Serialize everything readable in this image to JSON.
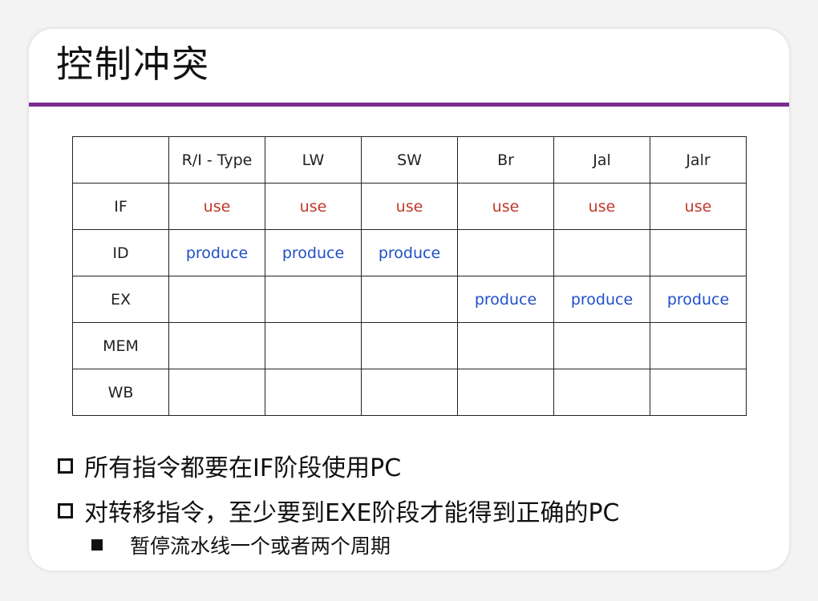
{
  "title": "控制冲突",
  "colors": {
    "title_rule": "#7a2d8f",
    "use": "#c0392b",
    "produce": "#1f4fc8"
  },
  "table": {
    "headers": [
      "",
      "R/I - Type",
      "LW",
      "SW",
      "Br",
      "Jal",
      "Jalr"
    ],
    "rows": [
      {
        "stage": "IF",
        "cells": [
          "use",
          "use",
          "use",
          "use",
          "use",
          "use"
        ]
      },
      {
        "stage": "ID",
        "cells": [
          "produce",
          "produce",
          "produce",
          "",
          "",
          ""
        ]
      },
      {
        "stage": "EX",
        "cells": [
          "",
          "",
          "",
          "produce",
          "produce",
          "produce"
        ]
      },
      {
        "stage": "MEM",
        "cells": [
          "",
          "",
          "",
          "",
          "",
          ""
        ]
      },
      {
        "stage": "WB",
        "cells": [
          "",
          "",
          "",
          "",
          "",
          ""
        ]
      }
    ]
  },
  "bullets": [
    {
      "text": "所有指令都要在IF阶段使用PC"
    },
    {
      "text": "对转移指令，至少要到EXE阶段才能得到正确的PC"
    }
  ],
  "sub_bullets": [
    {
      "text": "暂停流水线一个或者两个周期"
    }
  ]
}
